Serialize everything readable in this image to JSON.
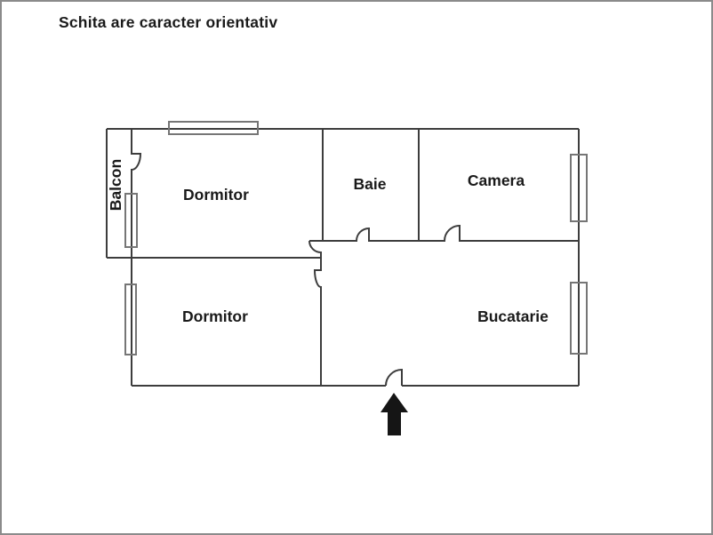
{
  "title": "Schita are caracter orientativ",
  "colors": {
    "wall": "#3d3d3d",
    "window": "#767676",
    "arrow": "#151515",
    "border": "#8b8b8b",
    "text": "#1a1a1a"
  },
  "floorplan": {
    "rooms": [
      {
        "id": "balcon",
        "label": "Balcon"
      },
      {
        "id": "dormitor-top",
        "label": "Dormitor"
      },
      {
        "id": "baie",
        "label": "Baie"
      },
      {
        "id": "camera",
        "label": "Camera"
      },
      {
        "id": "dormitor-bottom",
        "label": "Dormitor"
      },
      {
        "id": "bucatarie",
        "label": "Bucatarie"
      }
    ],
    "icons": {
      "entrance": "up-arrow-entrance-marker"
    }
  }
}
